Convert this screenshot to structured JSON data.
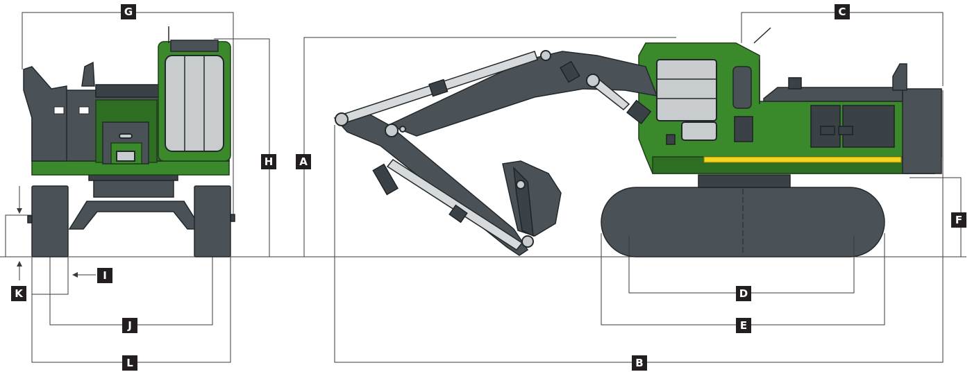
{
  "dimension_labels": [
    "A",
    "B",
    "C",
    "D",
    "E",
    "F",
    "G",
    "H",
    "I",
    "J",
    "K",
    "L"
  ],
  "colors": {
    "body_green": "#3a8a2c",
    "frame_gray": "#4a5258",
    "stripe_yellow": "#f2d51c",
    "label_box": "#231f20",
    "label_text": "#ffffff"
  },
  "views": [
    "front-view",
    "side-view"
  ]
}
